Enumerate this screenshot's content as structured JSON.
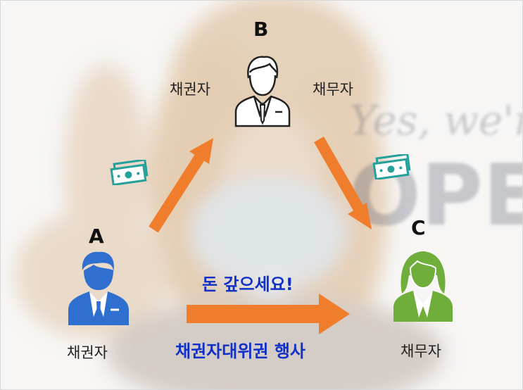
{
  "nodes": {
    "a": {
      "letter": "A",
      "role": "채권자"
    },
    "b": {
      "letter": "B",
      "role_left": "채권자",
      "role_right": "채무자"
    },
    "c": {
      "letter": "C",
      "role": "채무자"
    }
  },
  "captions": {
    "demand": "돈 갚으세요!",
    "action": "채권자대위권 행사"
  },
  "background": {
    "sign_script": "Yes, we're",
    "sign_block": "OPEN"
  },
  "colors": {
    "arrow": "#ef7d2b",
    "person_a": "#2f6fd0",
    "person_c": "#6fae3a",
    "person_b_outline": "#222222",
    "money": "#23a19a",
    "caption": "#1030c8"
  },
  "icons": {
    "person_a": "businessman-icon",
    "person_b": "businessman-outline-icon",
    "person_c": "businesswoman-icon",
    "money": "cash-bills-icon"
  }
}
